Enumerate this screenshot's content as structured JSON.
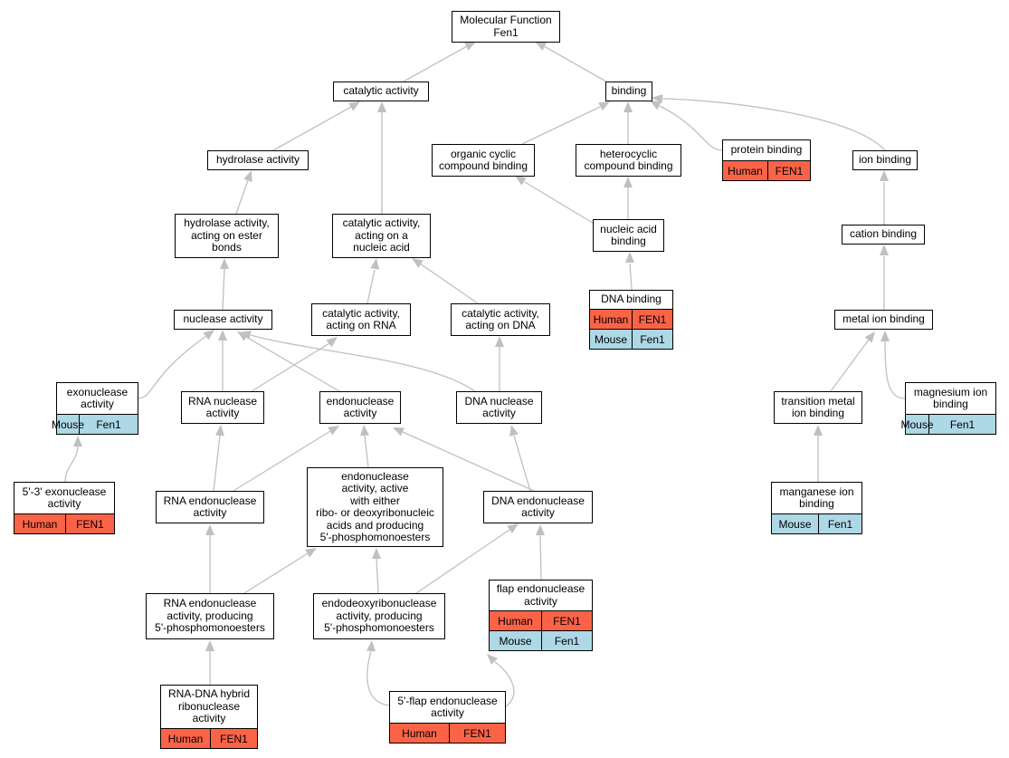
{
  "colors": {
    "human": "#fb6347",
    "mouse": "#add8e6",
    "edge": "#c0c0c0",
    "border": "#000000"
  },
  "nodes": {
    "root": {
      "label": "Molecular Function\nFen1",
      "rows": []
    },
    "catalytic": {
      "label": "catalytic activity",
      "rows": []
    },
    "binding": {
      "label": "binding",
      "rows": []
    },
    "hydrolase": {
      "label": "hydrolase activity",
      "rows": []
    },
    "org_cyclic": {
      "label": "organic cyclic\ncompound binding",
      "rows": []
    },
    "heterocyclic": {
      "label": "heterocyclic\ncompound binding",
      "rows": []
    },
    "protein_binding": {
      "label": "protein binding",
      "rows": [
        [
          "Human",
          "FEN1"
        ]
      ]
    },
    "ion_binding": {
      "label": "ion binding",
      "rows": []
    },
    "hydrolase_ester": {
      "label": "hydrolase activity,\nacting on ester\nbonds",
      "rows": []
    },
    "cat_nucleic": {
      "label": "catalytic activity,\nacting on a\nnucleic acid",
      "rows": []
    },
    "nucleic_acid_binding": {
      "label": "nucleic acid\nbinding",
      "rows": []
    },
    "cation_binding": {
      "label": "cation binding",
      "rows": []
    },
    "nuclease": {
      "label": "nuclease activity",
      "rows": []
    },
    "cat_rna": {
      "label": "catalytic activity,\nacting on RNA",
      "rows": []
    },
    "cat_dna": {
      "label": "catalytic activity,\nacting on DNA",
      "rows": []
    },
    "dna_binding": {
      "label": "DNA binding",
      "rows": [
        [
          "Human",
          "FEN1"
        ],
        [
          "Mouse",
          "Fen1"
        ]
      ]
    },
    "metal_ion": {
      "label": "metal ion binding",
      "rows": []
    },
    "exonuclease": {
      "label": "exonuclease\nactivity",
      "rows": [
        [
          "Mouse",
          "Fen1"
        ]
      ]
    },
    "rna_nuclease": {
      "label": "RNA nuclease\nactivity",
      "rows": []
    },
    "endonuclease": {
      "label": "endonuclease\nactivity",
      "rows": []
    },
    "dna_nuclease": {
      "label": "DNA nuclease\nactivity",
      "rows": []
    },
    "transition_metal": {
      "label": "transition metal\nion binding",
      "rows": []
    },
    "magnesium": {
      "label": "magnesium ion\nbinding",
      "rows": [
        [
          "Mouse",
          "Fen1"
        ]
      ]
    },
    "exo_53": {
      "label": "5'-3' exonuclease\nactivity",
      "rows": [
        [
          "Human",
          "FEN1"
        ]
      ]
    },
    "rna_endo": {
      "label": "RNA endonuclease\nactivity",
      "rows": []
    },
    "endo_either": {
      "label": "endonuclease\nactivity, active\nwith either\nribo- or deoxyribonucleic\nacids and producing\n5'-phosphomonoesters",
      "rows": []
    },
    "dna_endo": {
      "label": "DNA endonuclease\nactivity",
      "rows": []
    },
    "manganese": {
      "label": "manganese ion\nbinding",
      "rows": [
        [
          "Mouse",
          "Fen1"
        ]
      ]
    },
    "rna_endo_5p": {
      "label": "RNA endonuclease\nactivity, producing\n5'-phosphomonoesters",
      "rows": []
    },
    "endodeoxy": {
      "label": "endodeoxyribonuclease\nactivity, producing\n5'-phosphomonoesters",
      "rows": []
    },
    "flap_endo": {
      "label": "flap endonuclease\nactivity",
      "rows": [
        [
          "Human",
          "FEN1"
        ],
        [
          "Mouse",
          "Fen1"
        ]
      ]
    },
    "rna_dna_hybrid": {
      "label": "RNA-DNA hybrid\nribonuclease\nactivity",
      "rows": [
        [
          "Human",
          "FEN1"
        ]
      ]
    },
    "flap5": {
      "label": "5'-flap endonuclease\nactivity",
      "rows": [
        [
          "Human",
          "FEN1"
        ]
      ]
    }
  }
}
